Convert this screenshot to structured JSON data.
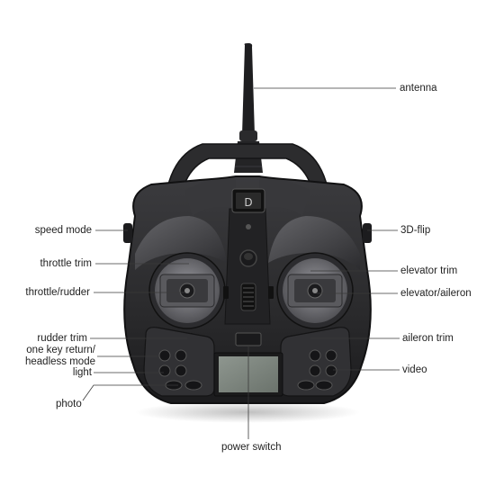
{
  "labels": {
    "antenna": "antenna",
    "speed_mode": "speed mode",
    "flip_3d": "3D-flip",
    "throttle_trim": "throttle trim",
    "elevator_trim": "elevator trim",
    "throttle_rudder": "throttle/rudder",
    "elevator_aileron": "elevator/aileron",
    "rudder_trim": "rudder trim",
    "aileron_trim": "aileron trim",
    "one_key_return_line1": "one key return/",
    "one_key_return_line2": "headless mode",
    "video": "video",
    "light": "light",
    "photo": "photo",
    "power_switch": "power switch"
  },
  "colors": {
    "body": "#2a2a2c",
    "body_edge": "#111112",
    "panel": "#3a3a3d",
    "screen": "#7d857e",
    "leader": "#3a3a3a"
  }
}
